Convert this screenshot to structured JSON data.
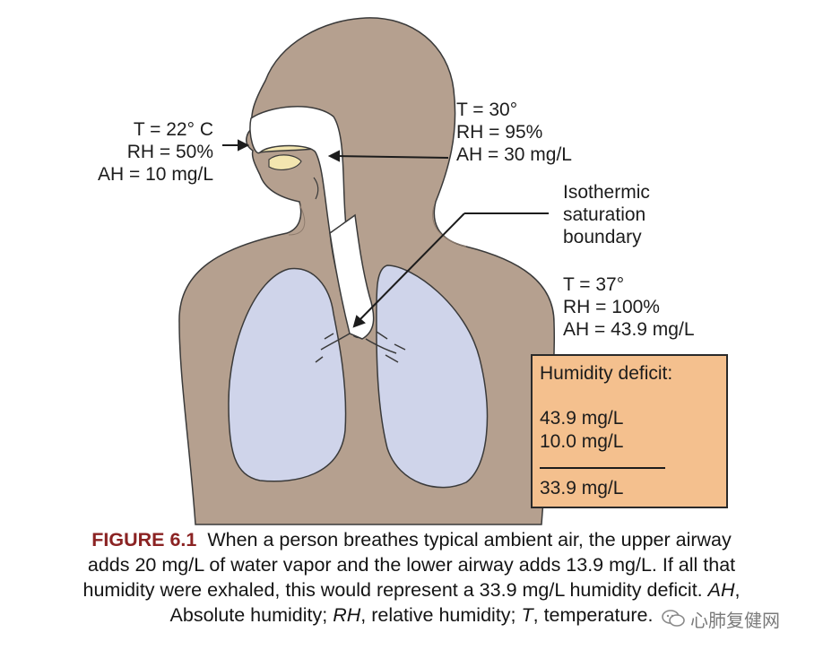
{
  "ambient": {
    "t": "T = 22° C",
    "rh": "RH = 50%",
    "ah": "AH = 10 mg/L"
  },
  "upper_airway": {
    "t": "T = 30°",
    "rh": "RH = 95%",
    "ah": "AH = 30 mg/L"
  },
  "boundary_label": [
    "Isothermic",
    "saturation",
    "boundary"
  ],
  "lower_airway": {
    "t": "T = 37°",
    "rh": "RH = 100%",
    "ah": "AH = 43.9 mg/L"
  },
  "deficit": {
    "title": "Humidity deficit:",
    "line1": "43.9 mg/L",
    "line2": "10.0 mg/L",
    "result": "33.9 mg/L"
  },
  "caption": {
    "figure_label": "FIGURE 6.1",
    "text_line1": "When a person breathes typical ambient air, the upper airway",
    "text_line2": "adds 20 mg/L of water vapor and the lower airway adds 13.9 mg/L. If all that",
    "text_line3": "humidity were exhaled, this would represent a 33.9 mg/L humidity deficit.",
    "abbr_ah": "AH",
    "def_ah": ",",
    "def_ah2": "Absolute humidity; ",
    "abbr_rh": "RH",
    "def_rh": ", relative humidity; ",
    "abbr_t": "T",
    "def_t": ", temperature."
  },
  "watermark": {
    "text": "心肺复健网",
    "icon": "wechat-icon"
  },
  "colors": {
    "body": "#b5a08f",
    "lung": "#cfd4ea",
    "airway": "#ffffff",
    "nasal": "#f3e6b0",
    "box": "#f4c08e",
    "caption_label": "#8b2323"
  }
}
